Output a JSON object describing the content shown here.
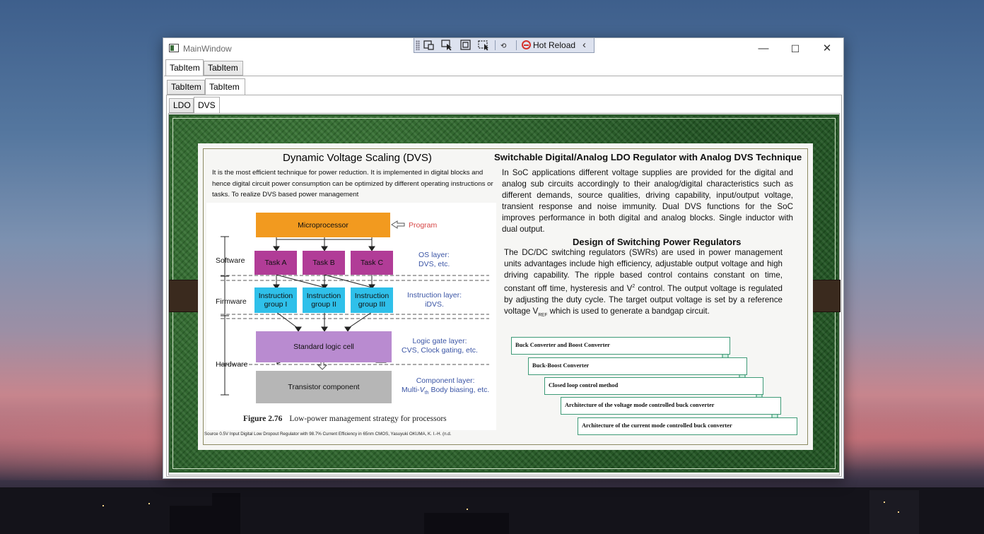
{
  "window": {
    "title": "MainWindow",
    "minimize": "—",
    "maximize": "☐",
    "close": "✕"
  },
  "debug_toolbar": {
    "hot_reload_label": "Hot Reload",
    "collapse": "‹"
  },
  "tabs_level1": [
    {
      "label": "TabItem",
      "selected": true
    },
    {
      "label": "TabItem",
      "selected": false
    }
  ],
  "tabs_level2": [
    {
      "label": "TabItem",
      "selected": false
    },
    {
      "label": "TabItem",
      "selected": true
    }
  ],
  "tabs_level3": [
    {
      "label": "LDO",
      "selected": false
    },
    {
      "label": "DVS",
      "selected": true
    }
  ],
  "slide": {
    "dvs_title": "Dynamic Voltage Scaling (DVS)",
    "dvs_text": "It is the most efficient technique for power reduction. It is implemented in digital blocks and hence digital circuit power consumption can be optimized by different operating instructions or tasks.  To realize DVS based power management",
    "ldo_title": "Switchable Digital/Analog LDO Regulator with Analog DVS Technique",
    "ldo_text": "In SoC applications different voltage supplies are provided for the digital and analog sub circuits accordingly to their analog/digital characteristics such as different demands, source qualities, driving capability, input/output voltage, transient response and noise immunity.  Dual DVS functions for the SoC improves performance in both digital and analog blocks. Single inductor with dual output.",
    "sw_title": "Design of Switching Power Regulators",
    "sw_text_1": "The DC/DC switching regulators (SWRs) are used in power management units advantages include high efficiency, adjustable output voltage and high driving capability.  The ripple based control contains constant on time, constant off time, hysteresis and V",
    "sw_text_sup": "2",
    "sw_text_2": " control. The output voltage is regulated by adjusting the duty cycle. The target output voltage is set by a reference voltage V",
    "sw_text_sub": "REF",
    "sw_text_3": " which is used to generate a bandgap circuit.",
    "source_note": "Source 0.5V Input Digital Low Dropout Regulator with 98.7% Current Efficiency in 65nm CMOS, Yasuyuki OKUMA, K. I.-H. (n.d.",
    "diagram": {
      "microprocessor": "Microprocessor",
      "program": "Program",
      "software": "Software",
      "firmware": "Firmware",
      "hardware": "Hardware",
      "task_a": "Task A",
      "task_b": "Task B",
      "task_c": "Task C",
      "os_layer": "OS layer:",
      "os_layer_2": "DVS, etc.",
      "ig1": "Instruction group I",
      "ig2": "Instruction group II",
      "ig3": "Instruction group III",
      "instr_layer": "Instruction layer:",
      "instr_layer_2": "iDVS.",
      "std_cell": "Standard logic cell",
      "gate_layer": "Logic gate layer:",
      "gate_layer_2": "CVS, Clock gating, etc.",
      "transistor": "Transistor component",
      "comp_layer": "Component layer:",
      "comp_layer_2a": "Multi-",
      "comp_layer_2b": "V",
      "comp_layer_2c": "th",
      "comp_layer_2d": " Body biasing, etc.",
      "fig_num": "Figure 2.76",
      "fig_text": "Low-power management strategy for processors"
    },
    "flow": [
      "Buck Converter and Boost Converter",
      "Buck-Boost Converter",
      "Closed loop control method",
      "Architecture of the voltage mode controlled buck converter",
      "Architecture of the current mode controlled buck converter"
    ]
  }
}
